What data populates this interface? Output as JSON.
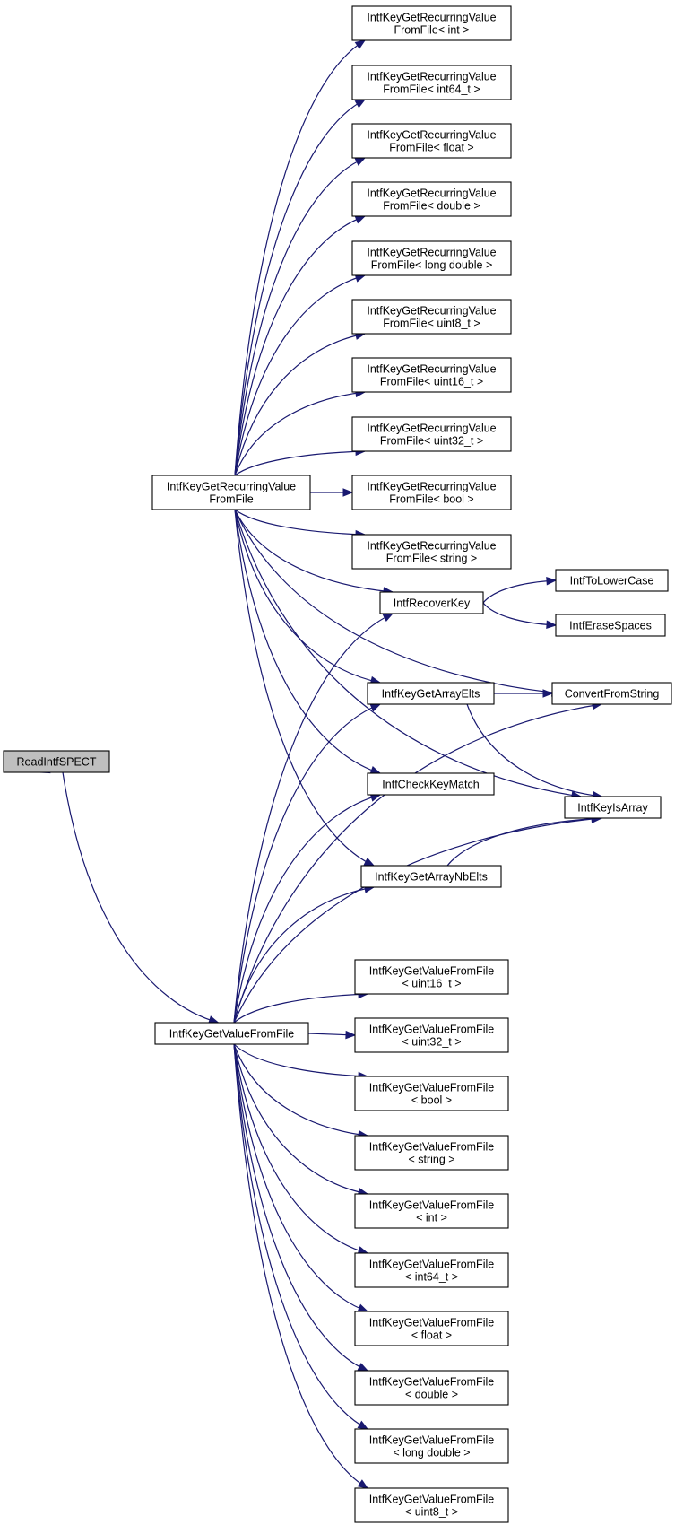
{
  "graph": {
    "root_id": "n0",
    "nodes": [
      {
        "id": "n0",
        "lines": [
          "ReadIntfSPECT"
        ]
      },
      {
        "id": "n1",
        "lines": [
          "IntfKeyGetRecurringValue",
          "FromFile"
        ]
      },
      {
        "id": "n2",
        "lines": [
          "IntfKeyGetValueFromFile"
        ]
      },
      {
        "id": "r1",
        "lines": [
          "IntfKeyGetRecurringValue",
          "FromFile< int >"
        ]
      },
      {
        "id": "r2",
        "lines": [
          "IntfKeyGetRecurringValue",
          "FromFile< int64_t >"
        ]
      },
      {
        "id": "r3",
        "lines": [
          "IntfKeyGetRecurringValue",
          "FromFile< float >"
        ]
      },
      {
        "id": "r4",
        "lines": [
          "IntfKeyGetRecurringValue",
          "FromFile< double >"
        ]
      },
      {
        "id": "r5",
        "lines": [
          "IntfKeyGetRecurringValue",
          "FromFile< long double >"
        ]
      },
      {
        "id": "r6",
        "lines": [
          "IntfKeyGetRecurringValue",
          "FromFile< uint8_t >"
        ]
      },
      {
        "id": "r7",
        "lines": [
          "IntfKeyGetRecurringValue",
          "FromFile< uint16_t >"
        ]
      },
      {
        "id": "r8",
        "lines": [
          "IntfKeyGetRecurringValue",
          "FromFile< uint32_t >"
        ]
      },
      {
        "id": "r9",
        "lines": [
          "IntfKeyGetRecurringValue",
          "FromFile< bool >"
        ]
      },
      {
        "id": "r10",
        "lines": [
          "IntfKeyGetRecurringValue",
          "FromFile< string >"
        ]
      },
      {
        "id": "rk",
        "lines": [
          "IntfRecoverKey"
        ]
      },
      {
        "id": "tl",
        "lines": [
          "IntfToLowerCase"
        ]
      },
      {
        "id": "es",
        "lines": [
          "IntfEraseSpaces"
        ]
      },
      {
        "id": "ae",
        "lines": [
          "IntfKeyGetArrayElts"
        ]
      },
      {
        "id": "cs",
        "lines": [
          "ConvertFromString"
        ]
      },
      {
        "id": "ck",
        "lines": [
          "IntfCheckKeyMatch"
        ]
      },
      {
        "id": "ia",
        "lines": [
          "IntfKeyIsArray"
        ]
      },
      {
        "id": "an",
        "lines": [
          "IntfKeyGetArrayNbElts"
        ]
      },
      {
        "id": "v1",
        "lines": [
          "IntfKeyGetValueFromFile",
          "< uint16_t >"
        ]
      },
      {
        "id": "v2",
        "lines": [
          "IntfKeyGetValueFromFile",
          "< uint32_t >"
        ]
      },
      {
        "id": "v3",
        "lines": [
          "IntfKeyGetValueFromFile",
          "< bool >"
        ]
      },
      {
        "id": "v4",
        "lines": [
          "IntfKeyGetValueFromFile",
          "< string >"
        ]
      },
      {
        "id": "v5",
        "lines": [
          "IntfKeyGetValueFromFile",
          "< int >"
        ]
      },
      {
        "id": "v6",
        "lines": [
          "IntfKeyGetValueFromFile",
          "< int64_t >"
        ]
      },
      {
        "id": "v7",
        "lines": [
          "IntfKeyGetValueFromFile",
          "< float >"
        ]
      },
      {
        "id": "v8",
        "lines": [
          "IntfKeyGetValueFromFile",
          "< double >"
        ]
      },
      {
        "id": "v9",
        "lines": [
          "IntfKeyGetValueFromFile",
          "< long double >"
        ]
      },
      {
        "id": "v10",
        "lines": [
          "IntfKeyGetValueFromFile",
          "< uint8_t >"
        ]
      }
    ],
    "edges": [
      [
        "n0",
        "n1"
      ],
      [
        "n0",
        "n2"
      ],
      [
        "n1",
        "r1"
      ],
      [
        "n1",
        "r2"
      ],
      [
        "n1",
        "r3"
      ],
      [
        "n1",
        "r4"
      ],
      [
        "n1",
        "r5"
      ],
      [
        "n1",
        "r6"
      ],
      [
        "n1",
        "r7"
      ],
      [
        "n1",
        "r8"
      ],
      [
        "n1",
        "r9"
      ],
      [
        "n1",
        "r10"
      ],
      [
        "n1",
        "rk"
      ],
      [
        "n1",
        "cs"
      ],
      [
        "n1",
        "ae"
      ],
      [
        "n1",
        "ia"
      ],
      [
        "n1",
        "ck"
      ],
      [
        "n1",
        "an"
      ],
      [
        "rk",
        "tl"
      ],
      [
        "rk",
        "es"
      ],
      [
        "ae",
        "cs"
      ],
      [
        "ae",
        "ia"
      ],
      [
        "an",
        "ia"
      ],
      [
        "n2",
        "rk"
      ],
      [
        "n2",
        "ae"
      ],
      [
        "n2",
        "ck"
      ],
      [
        "n2",
        "cs"
      ],
      [
        "n2",
        "an"
      ],
      [
        "n2",
        "ia"
      ],
      [
        "n2",
        "v1"
      ],
      [
        "n2",
        "v2"
      ],
      [
        "n2",
        "v3"
      ],
      [
        "n2",
        "v4"
      ],
      [
        "n2",
        "v5"
      ],
      [
        "n2",
        "v6"
      ],
      [
        "n2",
        "v7"
      ],
      [
        "n2",
        "v8"
      ],
      [
        "n2",
        "v9"
      ],
      [
        "n2",
        "v10"
      ]
    ],
    "colors": {
      "edge": "#191970",
      "root_fill": "#bfbfbf",
      "node_fill": "#ffffff",
      "border": "#000000"
    }
  }
}
